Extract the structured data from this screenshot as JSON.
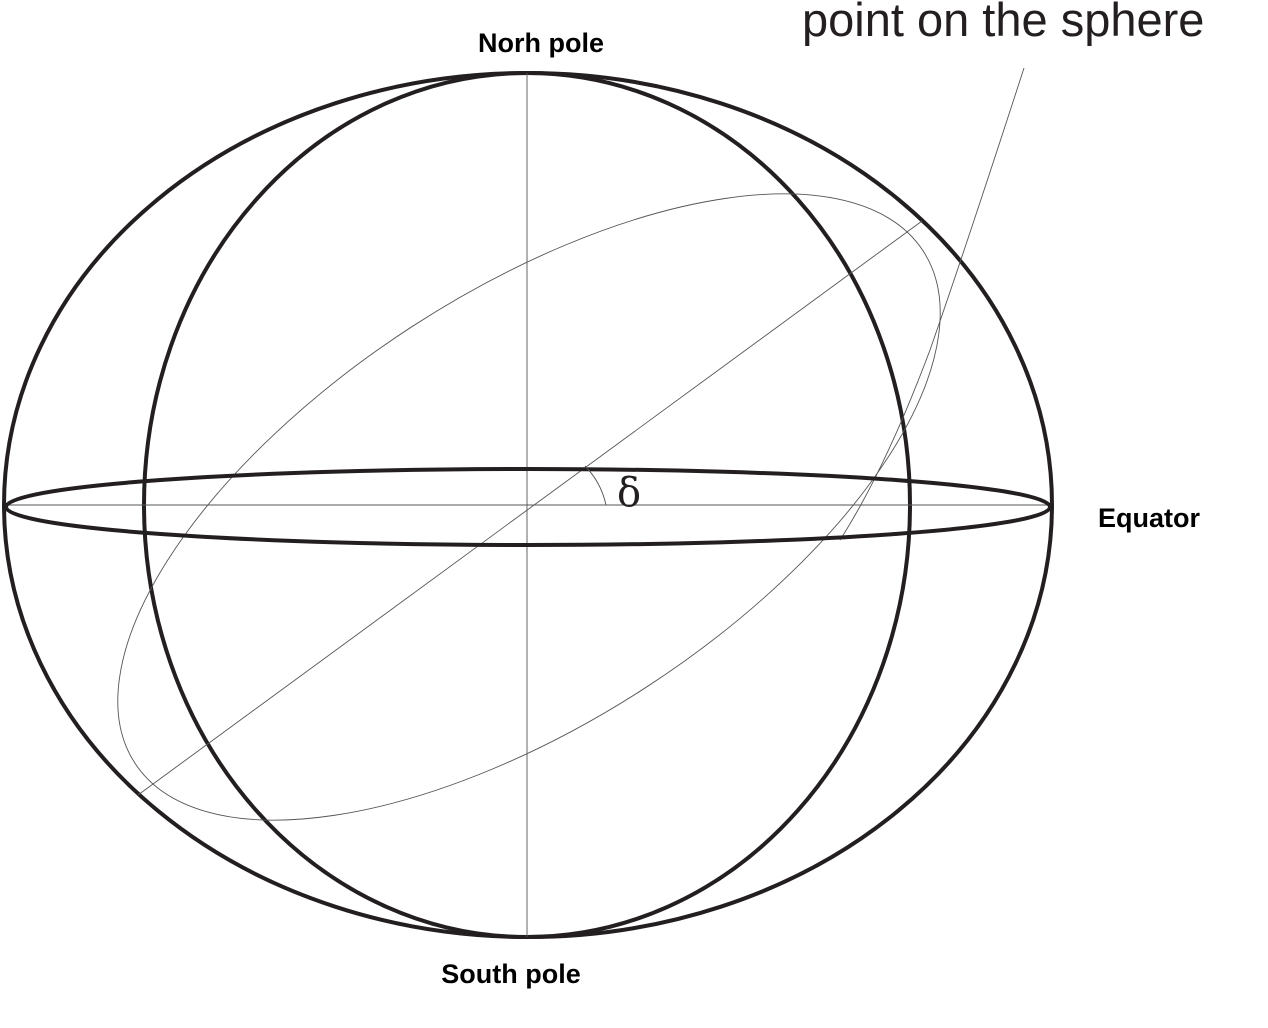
{
  "labels": {
    "north_pole": "Norh pole",
    "south_pole": "South pole",
    "equator": "Equator",
    "point": "point on the sphere",
    "angle_symbol": "δ"
  }
}
